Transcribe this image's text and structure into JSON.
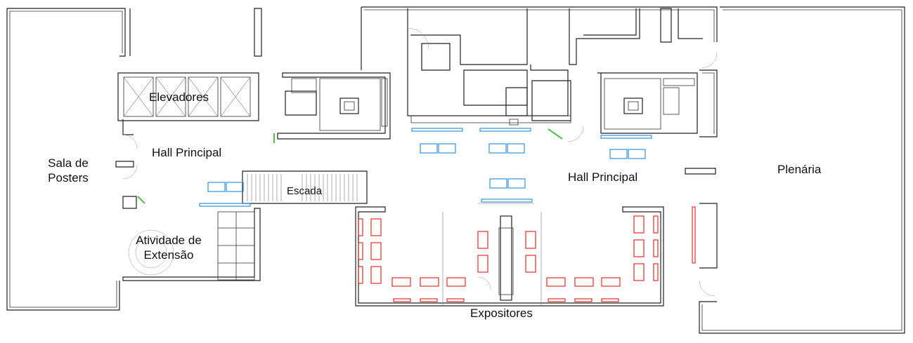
{
  "rooms": {
    "sala_de_posters": [
      "Sala de",
      "Posters"
    ],
    "elevadores": "Elevadores",
    "hall_principal_left": "Hall Principal",
    "escada": "Escada",
    "atividade_de_extensao": [
      "Atividade de",
      "Extensão"
    ],
    "hall_principal_right": "Hall Principal",
    "plenaria": "Plenária",
    "expositores": "Expositores"
  },
  "colors": {
    "walls": "#222222",
    "blue_furniture": "#1f8ad6",
    "red_stands": "#e21a1a",
    "green_doors": "#4cc24c"
  }
}
